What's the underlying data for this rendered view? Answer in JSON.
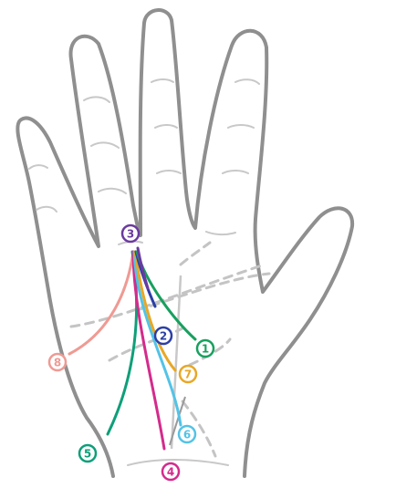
{
  "colors": {
    "outline": "#8f8f8f",
    "crease": "#c8c8c8",
    "dashed": "#c4c4c4",
    "line1": "#17a05e",
    "line2": "#2c3fa6",
    "line3": "#6b3aa0",
    "line4": "#d42b8c",
    "line5": "#0e9f78",
    "line6": "#53c3e6",
    "line7": "#e8a726",
    "line8": "#ef9a93"
  },
  "markers": [
    {
      "id": "1",
      "label": "1",
      "color_key": "line1"
    },
    {
      "id": "2",
      "label": "2",
      "color_key": "line2"
    },
    {
      "id": "3",
      "label": "3",
      "color_key": "line3"
    },
    {
      "id": "4",
      "label": "4",
      "color_key": "line4"
    },
    {
      "id": "5",
      "label": "5",
      "color_key": "line5"
    },
    {
      "id": "6",
      "label": "6",
      "color_key": "line6"
    },
    {
      "id": "7",
      "label": "7",
      "color_key": "line7"
    },
    {
      "id": "8",
      "label": "8",
      "color_key": "line8"
    }
  ]
}
